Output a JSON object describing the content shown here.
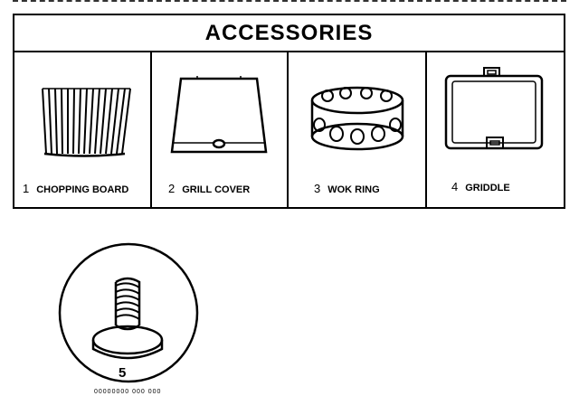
{
  "header": {
    "title": "ACCESSORIES"
  },
  "items": [
    {
      "number": "1",
      "label": "CHOPPING BOARD",
      "icon": "chopping-board-icon"
    },
    {
      "number": "2",
      "label": "GRILL COVER",
      "icon": "grill-cover-icon"
    },
    {
      "number": "3",
      "label": "WOK RING",
      "icon": "wok-ring-icon"
    },
    {
      "number": "4",
      "label": "GRIDDLE",
      "icon": "griddle-icon"
    }
  ],
  "callout": {
    "number": "5",
    "icon": "leveling-foot-bolt-icon"
  },
  "footer": {
    "text": "00000000 000 000"
  }
}
